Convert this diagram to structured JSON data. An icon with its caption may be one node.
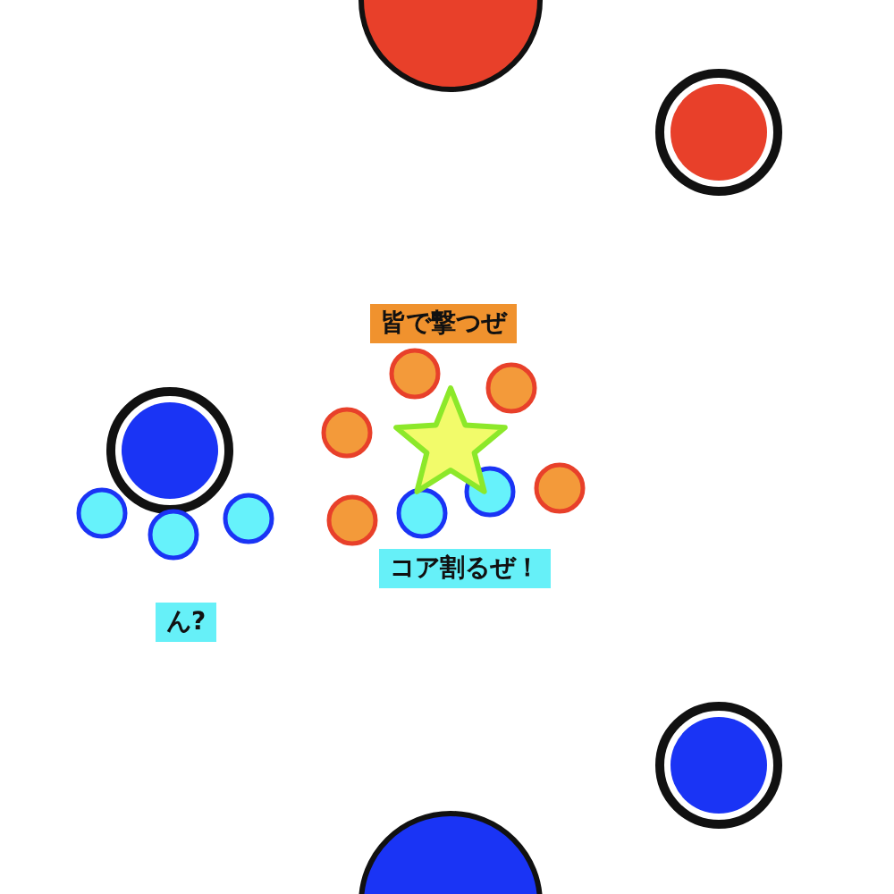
{
  "diagram": {
    "labels": [
      "皆で撃つぜ",
      "コア割るぜ！",
      "ん?"
    ]
  }
}
